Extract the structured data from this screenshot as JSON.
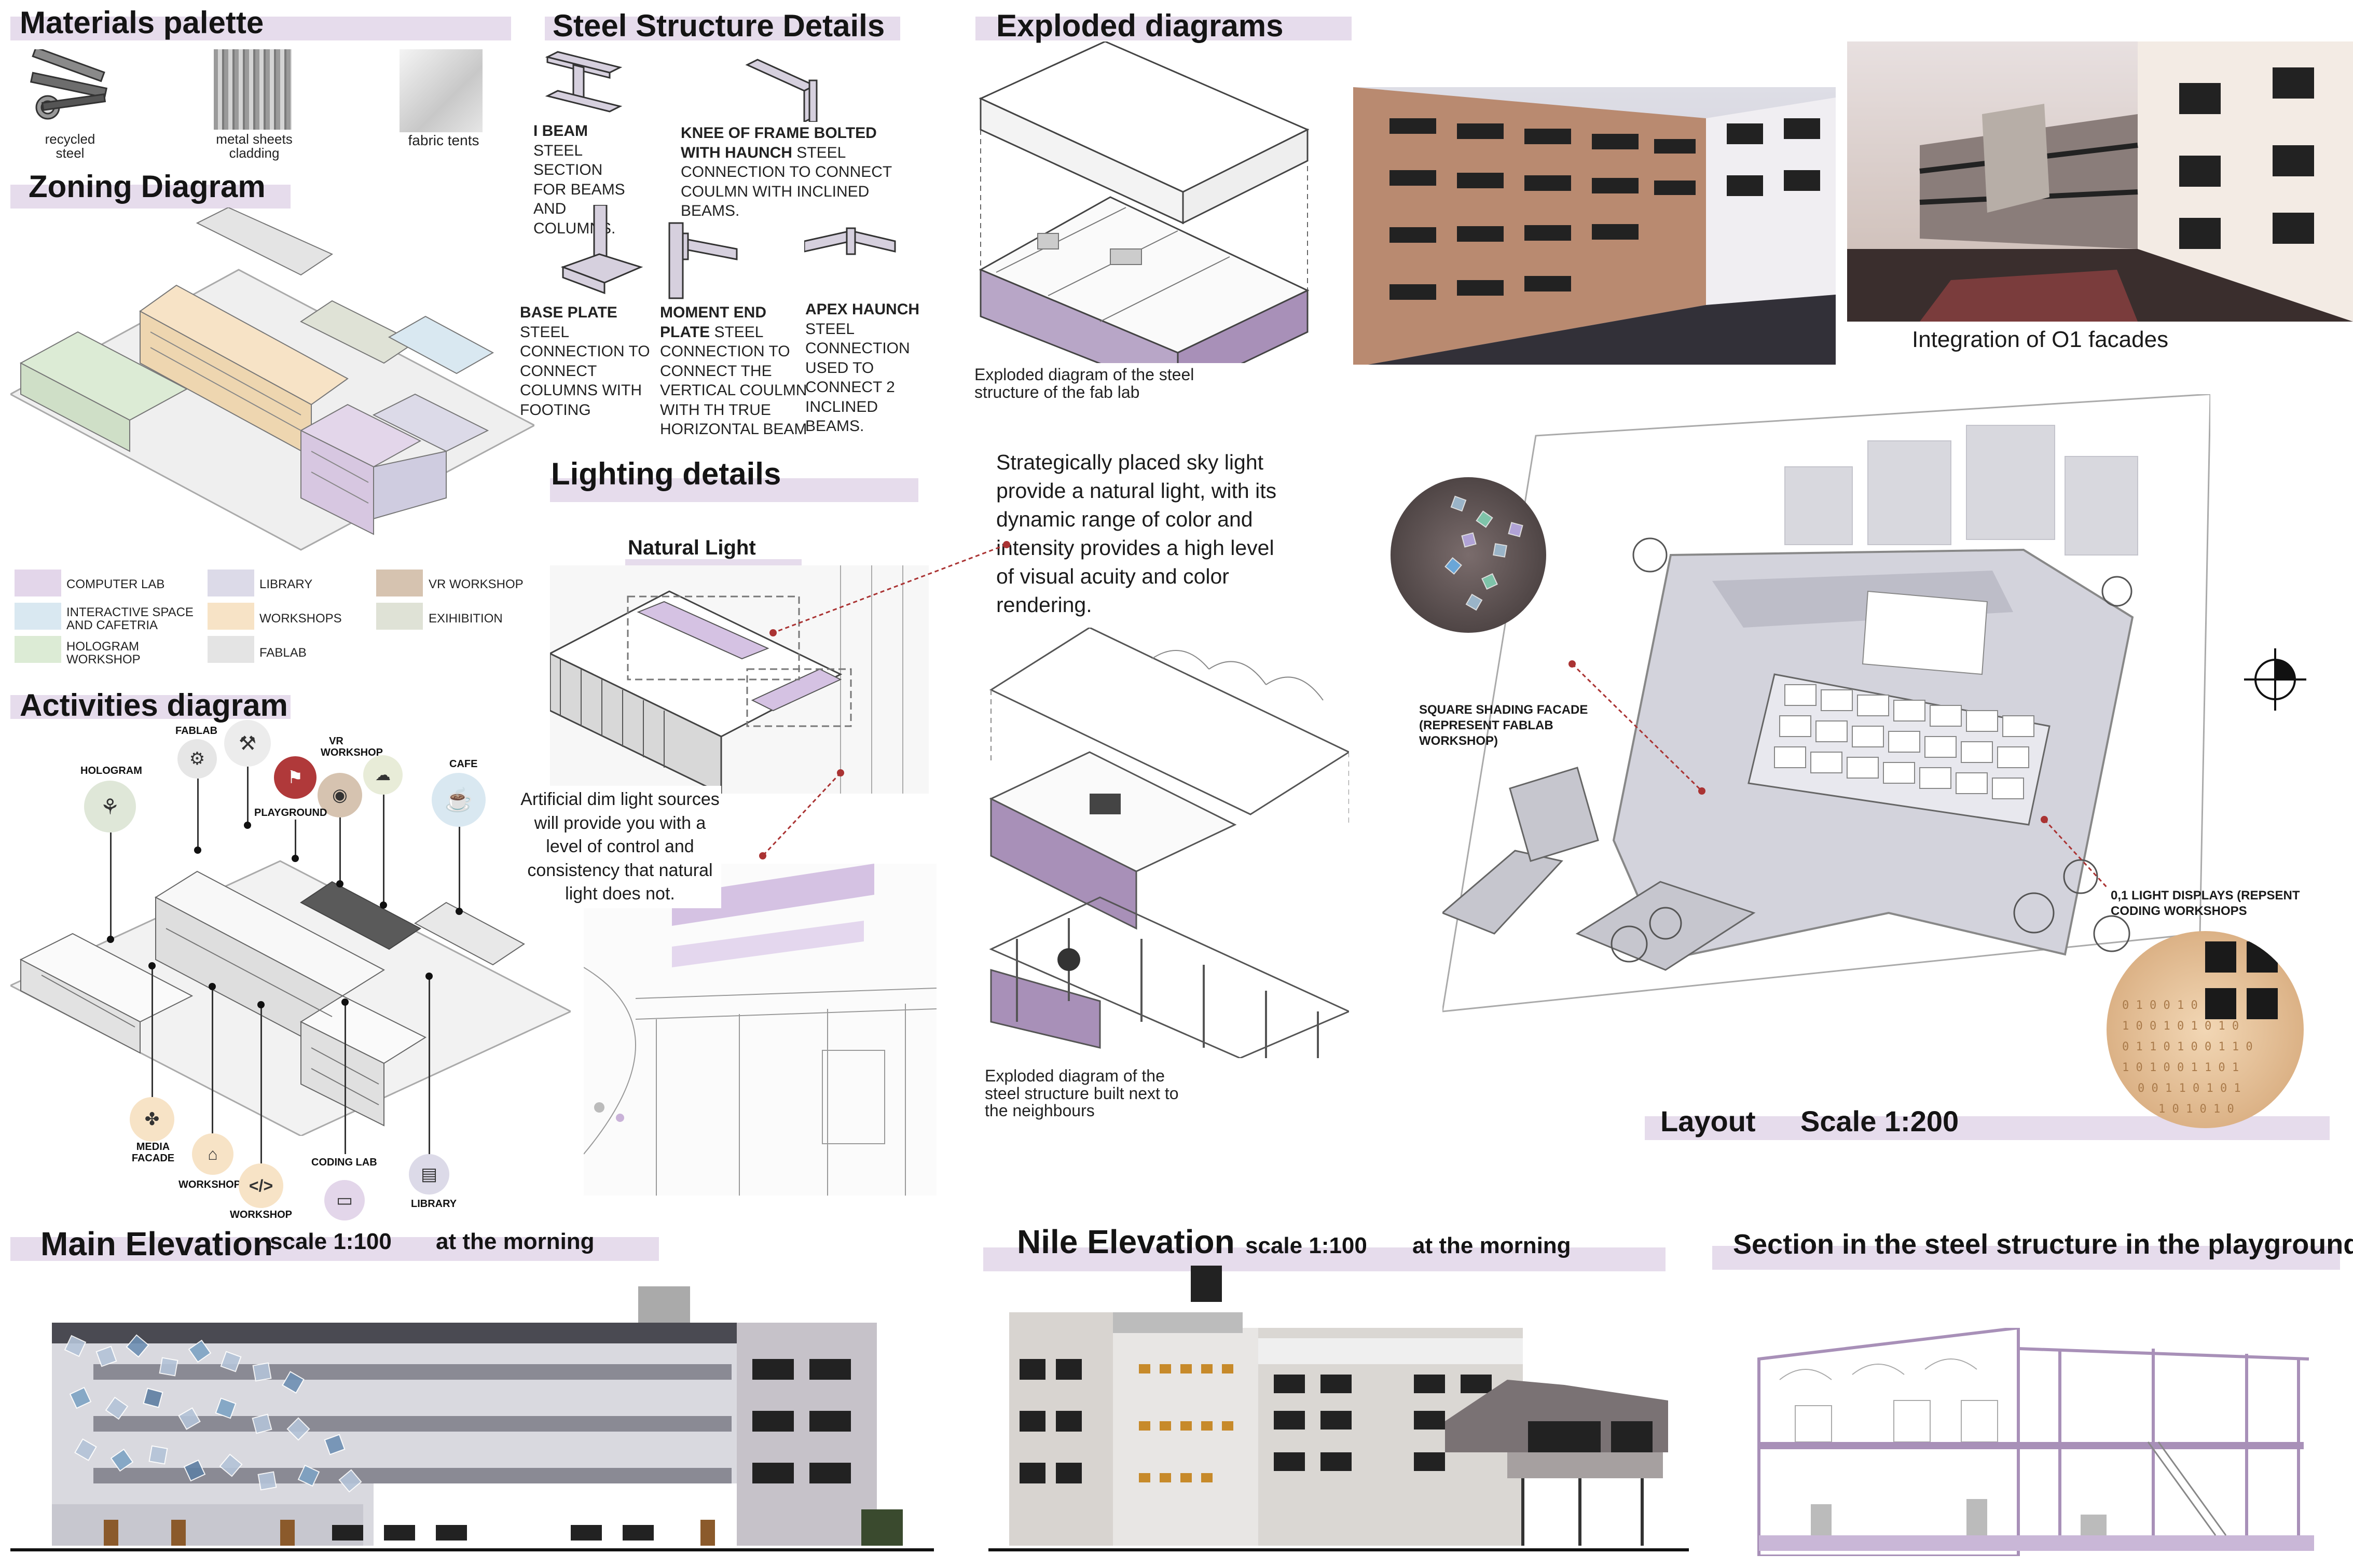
{
  "sections": {
    "materials": "Materials palette",
    "zoning": "Zoning Diagram",
    "activities": "Activities diagram",
    "steel": "Steel Structure Details",
    "lighting": "Lighting details",
    "exploded": "Exploded diagrams",
    "main_elev": "Main Elevation",
    "main_scale": "scale 1:100",
    "main_time": "at the morning",
    "nile_elev": "Nile Elevation",
    "nile_scale": "scale 1:100",
    "nile_time": "at the morning",
    "section": "Section in the steel structure in the playground",
    "layout": "Layout",
    "layout_scale": "Scale 1:200"
  },
  "materials": [
    {
      "label": "recycled steel"
    },
    {
      "label": "metal sheets cladding"
    },
    {
      "label": "fabric tents"
    }
  ],
  "legend": [
    {
      "label": "COMPUTER LAB",
      "color": "#e3d6ea"
    },
    {
      "label": "LIBRARY",
      "color": "#dcdae8"
    },
    {
      "label": "VR WORKSHOP",
      "color": "#d6c3b0"
    },
    {
      "label": "INTERACTIVE SPACE AND CAFETRIA",
      "color": "#d9e8f1"
    },
    {
      "label": "WORKSHOPS",
      "color": "#f7e3c6"
    },
    {
      "label": "EXIHIBITION",
      "color": "#dfe2d6"
    },
    {
      "label": "HOLOGRAM WORKSHOP",
      "color": "#dcebd5"
    },
    {
      "label": "FABLAB",
      "color": "#e4e4e4"
    }
  ],
  "activities": {
    "hologram": "HOLOGRAM",
    "fablab": "FABLAB",
    "vr": "VR WORKSHOP",
    "playground": "PLAYGROUND",
    "cafe": "CAFE",
    "media": "MEDIA FACADE",
    "workshop1": "WORKSHOP",
    "workshop2": "WORKSHOP",
    "coding": "CODING LAB",
    "library": "LIBRARY"
  },
  "steel": {
    "ibeam_b": "I BEAM",
    "ibeam": " STEEL SECTION FOR BEAMS AND COLUMNS.",
    "knee_b": "KNEE OF FRAME BOLTED WITH HAUNCH",
    "knee": " STEEL CONNECTION TO CONNECT COULMN WITH INCLINED BEAMS.",
    "base_b": "BASE PLATE",
    "base": " STEEL CONNECTION TO CONNECT COLUMNS WITH FOOTING",
    "moment_b": "MOMENT END PLATE",
    "moment": " STEEL CONNECTION TO CONNECT THE VERTICAL COULMN WITH TH TRUE HORIZONTAL BEAM",
    "apex_b": "APEX HAUNCH",
    "apex": " STEEL CONNECTION USED TO CONNECT 2 INCLINED BEAMS."
  },
  "lighting": {
    "natural": "Natural Light",
    "artificial": "Artificial dim light sources will provide you with a level of control and consistency that natural light does not.",
    "skylight": "Strategically placed sky light provide a natural light, with its dynamic range of color and intensity provides a high level of visual acuity and color rendering."
  },
  "exploded": {
    "fablab_cap": "Exploded diagram of the steel structure of the fab lab",
    "neighbour_cap": "Exploded diagram of the steel structure built next to the neighbours"
  },
  "facades": {
    "caption": "Integration of O1 facades"
  },
  "layout": {
    "square": "SQUARE SHADING FACADE (REPRESENT FABLAB WORKSHOP)",
    "binary": "0,1 LIGHT DISPLAYS (REPSENT CODING WORKSHOPS"
  },
  "colors": {
    "accent": "#e6dcec",
    "purple": "#a890b8",
    "grey": "#c8c8d2"
  }
}
